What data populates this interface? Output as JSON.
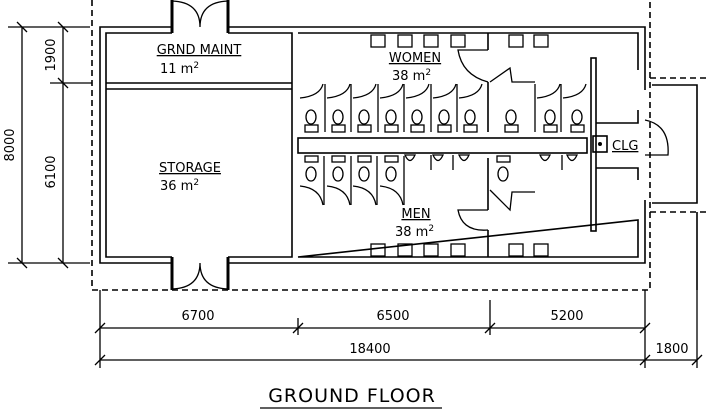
{
  "drawing": {
    "title": "GROUND FLOOR",
    "rooms": {
      "grnd_maint": {
        "name": "GRND MAINT",
        "area": "11 m",
        "sup": "2"
      },
      "storage": {
        "name": "STORAGE",
        "area": "36 m",
        "sup": "2"
      },
      "women": {
        "name": "WOMEN",
        "area": "38 m",
        "sup": "2"
      },
      "men": {
        "name": "MEN",
        "area": "38 m",
        "sup": "2"
      },
      "clg": {
        "name": "CLG"
      }
    },
    "dimensions": {
      "left_total": "8000",
      "left_top": "1900",
      "left_bottom": "6100",
      "bottom_1": "6700",
      "bottom_2": "6500",
      "bottom_3": "5200",
      "bottom_total": "18400",
      "bottom_entry": "1800"
    }
  }
}
